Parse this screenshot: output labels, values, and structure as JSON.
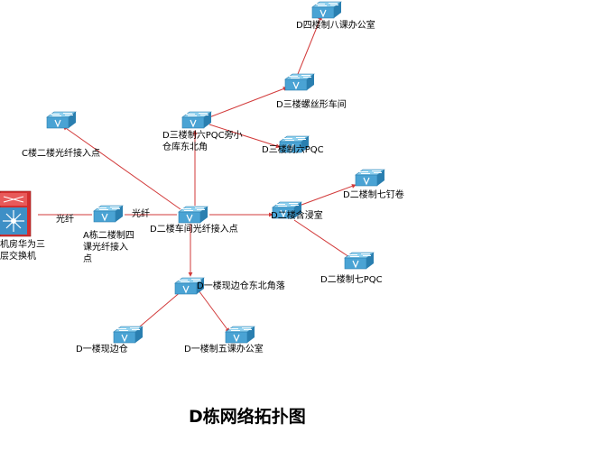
{
  "title": "D栋网络拓扑图",
  "link_labels": {
    "fiber_1": "光纤",
    "fiber_2": "光纤"
  },
  "nodes": {
    "core": [
      "机房华为三",
      "层交换机"
    ],
    "a_building": [
      "A栋二楼制四",
      "课光纤接入",
      "点"
    ],
    "d2_center": [
      "D二楼车间光纤接入点"
    ],
    "c_building": [
      "C楼二楼光纤接入点"
    ],
    "d3_pqc_warehouse": [
      "D三楼制六PQC旁小",
      "仓库东北角"
    ],
    "d3_pqc": [
      "D三楼制六PQC"
    ],
    "d3_thread": [
      "D三楼螺丝形车间"
    ],
    "d4_office": [
      "D四楼制八课办公室"
    ],
    "d2_soak": [
      "D二楼含浸室"
    ],
    "d2_nail": [
      "D二楼制七钉卷"
    ],
    "d2_pqc7": [
      "D二楼制七PQC"
    ],
    "d1_warehouse_ne": [
      "D一楼现边仓东北角落"
    ],
    "d1_warehouse": [
      "D一楼现边仓"
    ],
    "d1_office5": [
      "D一楼制五课办公室"
    ]
  },
  "colors": {
    "link": "#d23a3a",
    "switch_top": "#5fb0d8",
    "switch_side": "#2a7fb0",
    "router": "#d42e2e"
  }
}
